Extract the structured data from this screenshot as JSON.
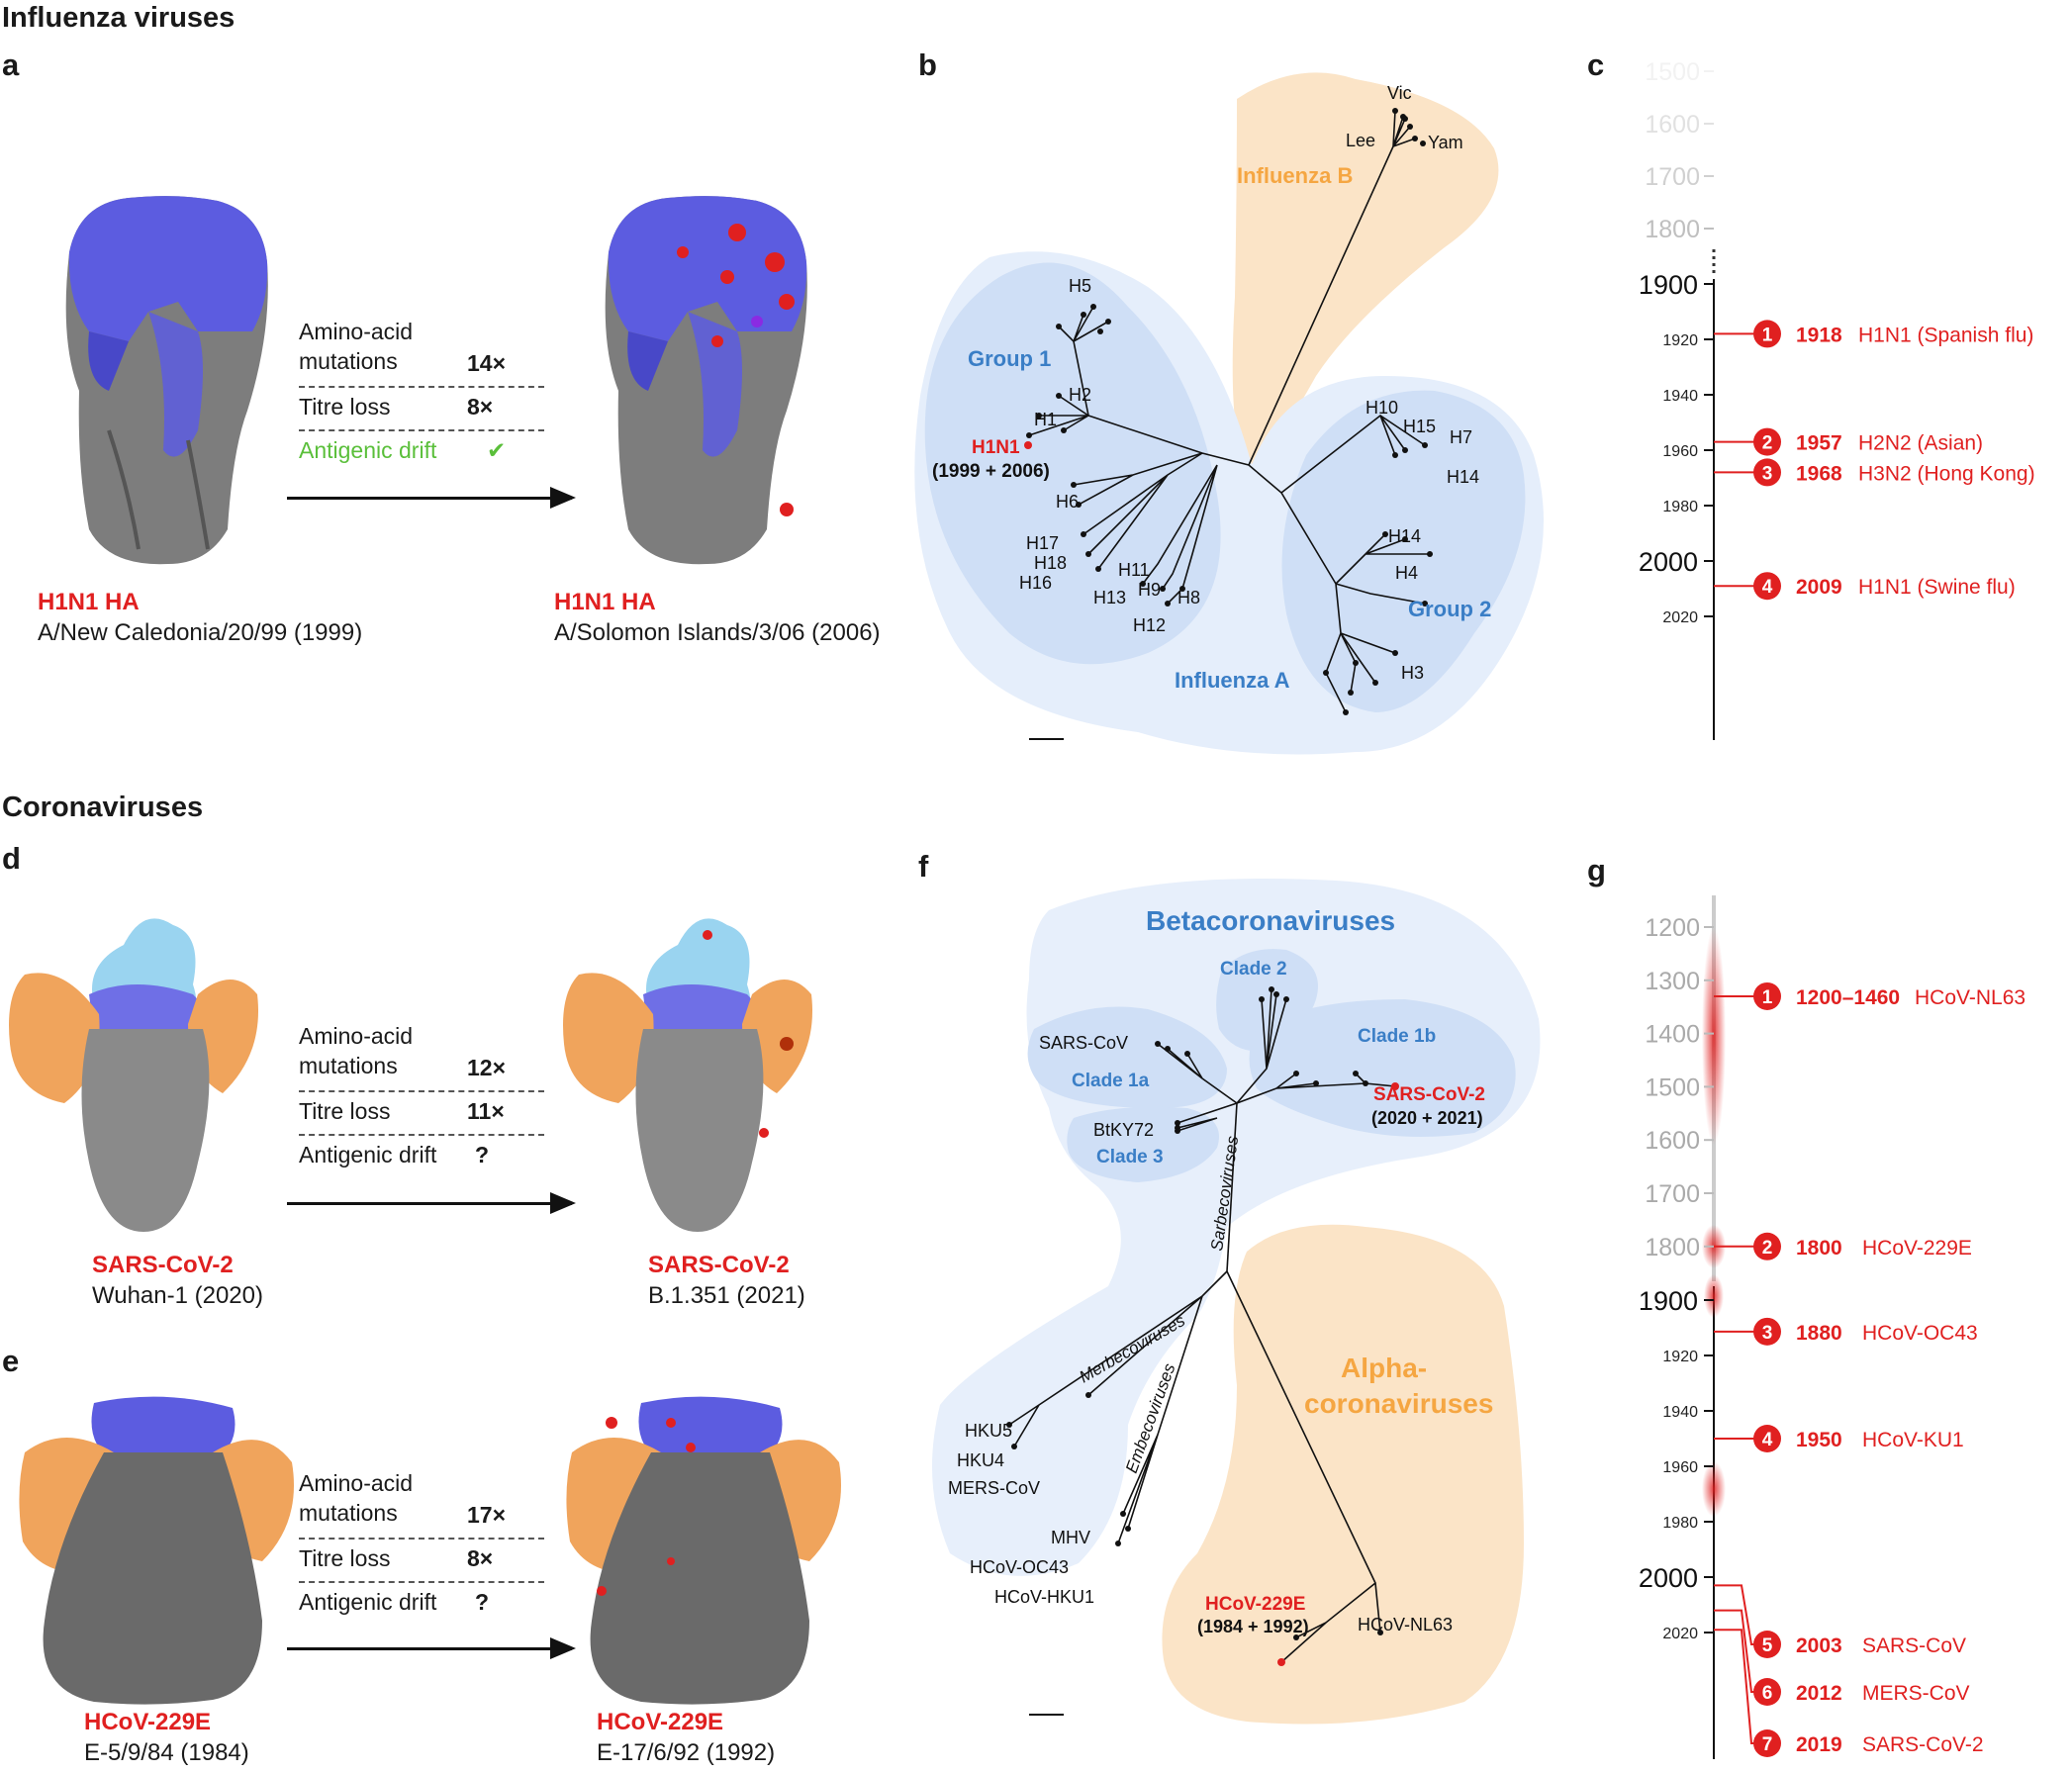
{
  "sections": {
    "influenza": "Influenza viruses",
    "corona": "Coronaviruses"
  },
  "panels": {
    "a": "a",
    "b": "b",
    "c": "c",
    "d": "d",
    "e": "e",
    "f": "f",
    "g": "g"
  },
  "panel_a": {
    "left_name": "H1N1 HA",
    "left_strain": "A/New Caledonia/20/99 (1999)",
    "right_name": "H1N1 HA",
    "right_strain": "A/Solomon Islands/3/06 (2006)",
    "mut_label_1": "Amino-acid",
    "mut_label_2": "mutations",
    "mut_value": "14×",
    "titre_label": "Titre loss",
    "titre_value": "8×",
    "drift_label": "Antigenic drift",
    "drift_mark": "✔"
  },
  "panel_d": {
    "left_name": "SARS-CoV-2",
    "left_strain": "Wuhan-1 (2020)",
    "right_name": "SARS-CoV-2",
    "right_strain": "B.1.351 (2021)",
    "mut_label_1": "Amino-acid",
    "mut_label_2": "mutations",
    "mut_value": "12×",
    "titre_label": "Titre loss",
    "titre_value": "11×",
    "drift_label": "Antigenic drift",
    "drift_mark": "?"
  },
  "panel_e": {
    "left_name": "HCoV-229E",
    "left_strain": "E-5/9/84 (1984)",
    "right_name": "HCoV-229E",
    "right_strain": "E-17/6/92 (1992)",
    "mut_label_1": "Amino-acid",
    "mut_label_2": "mutations",
    "mut_value": "17×",
    "titre_label": "Titre loss",
    "titre_value": "8×",
    "drift_label": "Antigenic drift",
    "drift_mark": "?"
  },
  "panel_b": {
    "influenza_b": "Influenza B",
    "influenza_a": "Influenza A",
    "group1": "Group 1",
    "group2": "Group 2",
    "vic": "Vic",
    "lee": "Lee",
    "yam": "Yam",
    "h5": "H5",
    "h2": "H2",
    "h1": "H1",
    "h1n1": "H1N1",
    "h1n1_years": "(1999 + 2006)",
    "h6": "H6",
    "h17": "H17",
    "h18": "H18",
    "h16": "H16",
    "h13": "H13",
    "h11": "H11",
    "h9": "H9",
    "h8": "H8",
    "h12": "H12",
    "h10": "H10",
    "h15": "H15",
    "h7": "H7",
    "h14a": "H14",
    "h14b": "H14",
    "h4": "H4",
    "h3": "H3"
  },
  "panel_f": {
    "beta": "Betacoronaviruses",
    "alpha1": "Alpha-",
    "alpha2": "coronaviruses",
    "clade2": "Clade 2",
    "clade1a": "Clade 1a",
    "clade1b": "Clade 1b",
    "clade3": "Clade 3",
    "sarscov": "SARS-CoV",
    "sarscov2": "SARS-CoV-2",
    "sarscov2_years": "(2020 + 2021)",
    "btky72": "BtKY72",
    "sarbeco": "Sarbecoviruses",
    "merbeco": "Merbecoviruses",
    "embeco": "Embecoviruses",
    "hku5": "HKU5",
    "hku4": "HKU4",
    "mers": "MERS-CoV",
    "mhv": "MHV",
    "oc43": "HCoV-OC43",
    "hku1": "HCoV-HKU1",
    "e229": "HCoV-229E",
    "e229_years": "(1984 + 1992)",
    "nl63": "HCoV-NL63"
  },
  "panel_c": {
    "faded_ticks": [
      "1500",
      "1600",
      "1700",
      "1800"
    ],
    "big_ticks": [
      "1900",
      "2000"
    ],
    "small_ticks": [
      "1920",
      "1940",
      "1960",
      "1980",
      "2020"
    ],
    "events": [
      {
        "n": "1",
        "year": "1918",
        "name": "H1N1 (Spanish flu)"
      },
      {
        "n": "2",
        "year": "1957",
        "name": "H2N2 (Asian)"
      },
      {
        "n": "3",
        "year": "1968",
        "name": "H3N2 (Hong Kong)"
      },
      {
        "n": "4",
        "year": "2009",
        "name": "H1N1 (Swine flu)"
      }
    ]
  },
  "panel_g": {
    "faded_ticks": [
      "1200",
      "1300",
      "1400",
      "1500",
      "1600",
      "1700",
      "1800"
    ],
    "big_ticks": [
      "1900",
      "2000"
    ],
    "small_ticks": [
      "1920",
      "1940",
      "1960",
      "1980",
      "2020"
    ],
    "events": [
      {
        "n": "1",
        "year": "1200–1460",
        "name": "HCoV-NL63"
      },
      {
        "n": "2",
        "year": "1800",
        "name": "HCoV-229E"
      },
      {
        "n": "3",
        "year": "1880",
        "name": "HCoV-OC43"
      },
      {
        "n": "4",
        "year": "1950",
        "name": "HCoV-KU1"
      },
      {
        "n": "5",
        "year": "2003",
        "name": "SARS-CoV"
      },
      {
        "n": "6",
        "year": "2012",
        "name": "MERS-CoV"
      },
      {
        "n": "7",
        "year": "2019",
        "name": "SARS-CoV-2"
      }
    ]
  }
}
